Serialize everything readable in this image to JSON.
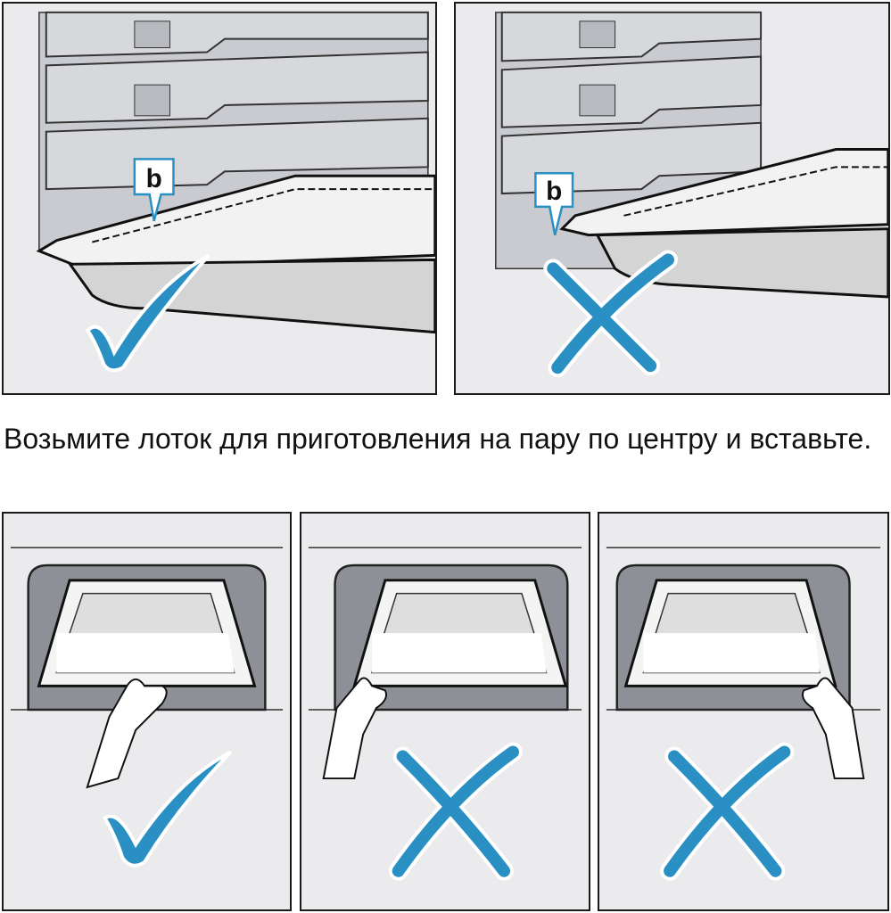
{
  "caption": "Возьмите лоток для приготовления на пару по центру и вставьте.",
  "top_panels": [
    {
      "label": "b",
      "verdict": "correct",
      "icon": "check-icon"
    },
    {
      "label": "b",
      "verdict": "incorrect",
      "icon": "cross-icon"
    }
  ],
  "bottom_panels": [
    {
      "grip": "center",
      "verdict": "correct",
      "icon": "check-icon"
    },
    {
      "grip": "left",
      "verdict": "incorrect",
      "icon": "cross-icon"
    },
    {
      "grip": "right",
      "verdict": "incorrect",
      "icon": "cross-icon"
    }
  ],
  "colors": {
    "accent": "#2a8fc2",
    "panel_bg": "#ebebed",
    "rack": "#c9cbd0"
  }
}
